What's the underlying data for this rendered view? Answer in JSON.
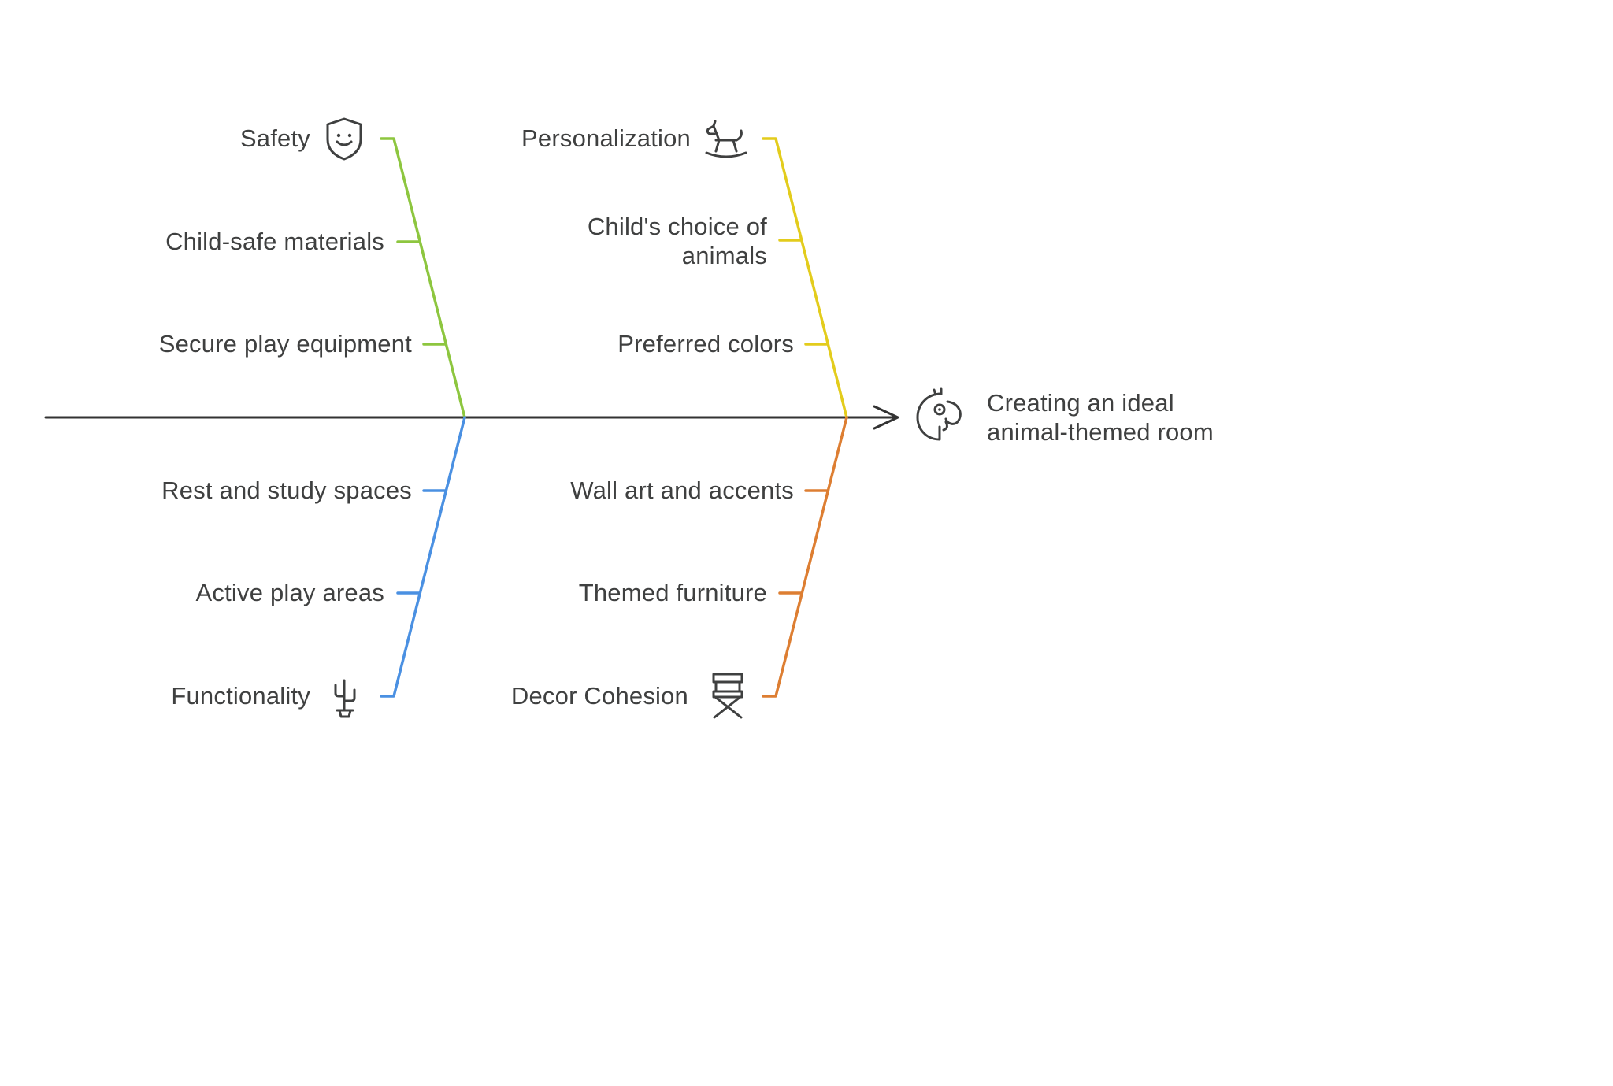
{
  "diagram": {
    "type": "fishbone",
    "effect": {
      "title": "Creating an ideal animal-themed room",
      "icon": "parrot-icon"
    },
    "branches": [
      {
        "label": "Safety",
        "icon": "shield-smiley-icon",
        "color": "#8dc63f",
        "position": "top-left",
        "items": [
          "Child-safe materials",
          "Secure play equipment"
        ]
      },
      {
        "label": "Personalization",
        "icon": "rocking-horse-icon",
        "color": "#e3cc1c",
        "position": "top-right",
        "items": [
          "Child's choice of animals",
          "Preferred colors"
        ]
      },
      {
        "label": "Functionality",
        "icon": "cactus-icon",
        "color": "#4a90e2",
        "position": "bottom-left",
        "items": [
          "Rest and study spaces",
          "Active play areas"
        ]
      },
      {
        "label": "Decor Cohesion",
        "icon": "directors-chair-icon",
        "color": "#dd7e32",
        "position": "bottom-right",
        "items": [
          "Wall art and accents",
          "Themed furniture"
        ]
      }
    ],
    "colors": {
      "spine": "#333333",
      "text": "#3f4040",
      "background": "#ffffff"
    }
  }
}
